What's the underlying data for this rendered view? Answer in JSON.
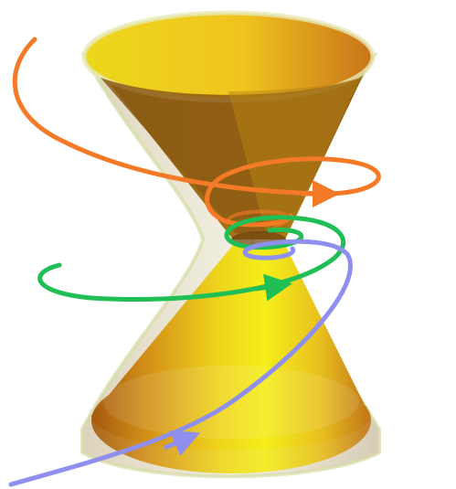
{
  "figure": {
    "description_colors": {
      "background": "#ffffff",
      "cone_bright": "#f6f21a",
      "cone_dark": "#b0660e",
      "cone_mid": "#e8b21e",
      "hyperboloid_shell": "#c9b88a",
      "hyperboloid_rim": "#dfe7a8"
    },
    "curves": [
      {
        "id": "orange",
        "color": "#f57a28"
      },
      {
        "id": "green",
        "color": "#1fbf55"
      },
      {
        "id": "blue",
        "color": "#8f8ff0"
      }
    ],
    "arrow_count": 3
  }
}
